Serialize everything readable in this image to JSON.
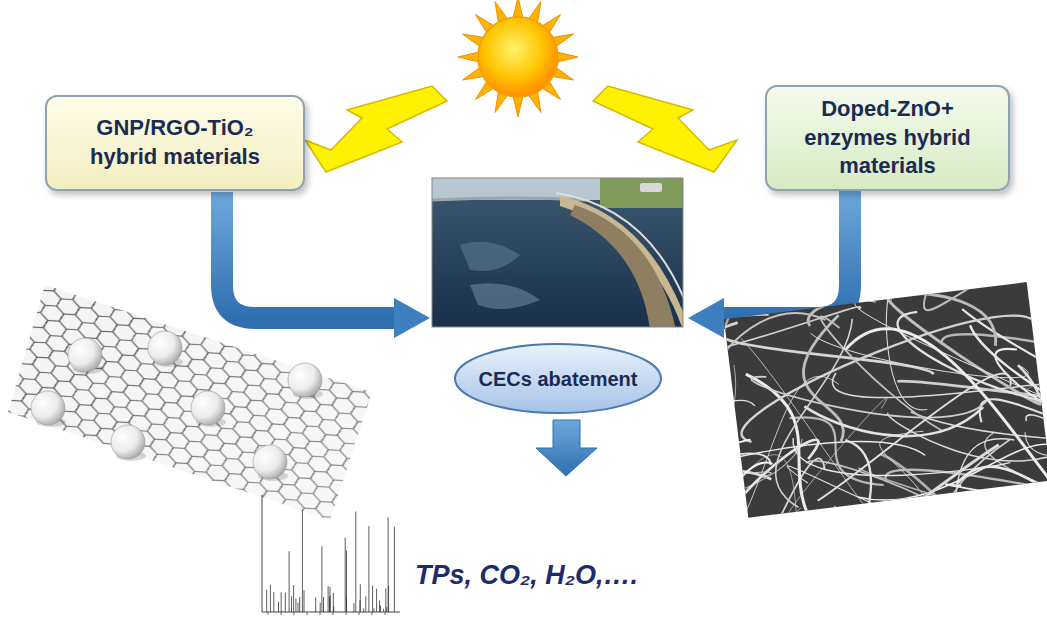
{
  "diagram": {
    "nodes": [
      {
        "text": [
          "GNP/RGO-TiO₂ hybrid materials"
        ]
      },
      {
        "text": [
          "Doped-ZnO+ enzymes hybrid materials"
        ]
      },
      {
        "text": [
          "CECs abatement"
        ]
      }
    ],
    "labels": [
      "TPs, CO₂, H₂O,…."
    ]
  }
}
